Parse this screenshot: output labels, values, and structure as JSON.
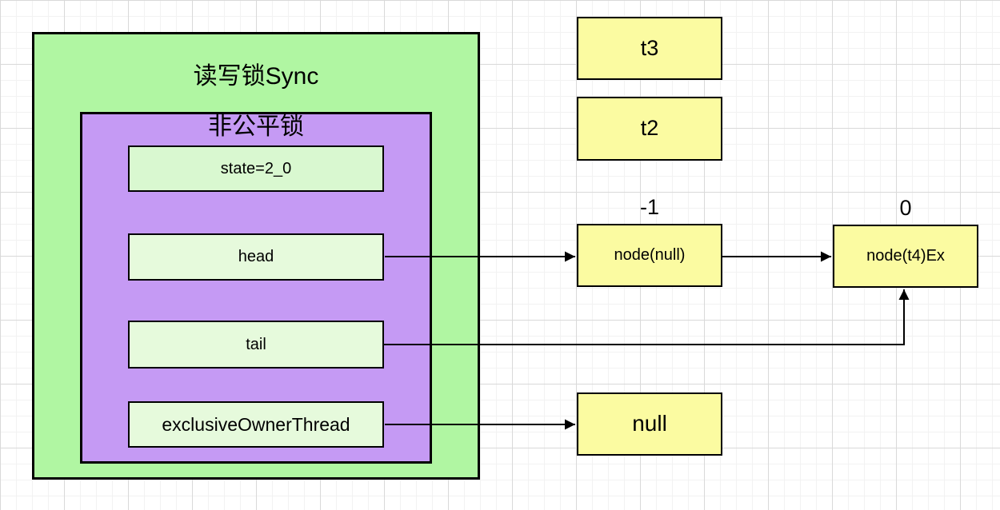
{
  "diagram": {
    "canvas": {
      "background": "#ffffff",
      "grid_minor": "#f2f2f2",
      "grid_major": "#d9d9d9",
      "line_color": "#000000"
    },
    "outer": {
      "title": "读写锁Sync",
      "fill": "#b0f6a2",
      "border": "#000000"
    },
    "inner": {
      "title": "非公平锁",
      "fill": "#c59af4",
      "border": "#000000"
    },
    "fields": [
      {
        "id": "state",
        "label": "state=2_0",
        "fill": "#d9f8d0"
      },
      {
        "id": "head",
        "label": "head",
        "fill": "#e6fadc"
      },
      {
        "id": "tail",
        "label": "tail",
        "fill": "#e6fadc"
      },
      {
        "id": "exclusiveOwnerThread",
        "label": "exclusiveOwnerThread",
        "fill": "#e6fadc"
      }
    ],
    "threads": [
      {
        "id": "t3",
        "label": "t3",
        "fill": "#fbfba1"
      },
      {
        "id": "t2",
        "label": "t2",
        "fill": "#fbfba1"
      }
    ],
    "nodes": [
      {
        "id": "node-null",
        "label": "node(null)",
        "wait_status": "-1",
        "fill": "#fbfba1"
      },
      {
        "id": "node-t4",
        "label": "node(t4)Ex",
        "wait_status": "0",
        "fill": "#fbfba1"
      }
    ],
    "owner": {
      "label": "null",
      "fill": "#fbfba1"
    },
    "edges": [
      {
        "from": "head",
        "to": "node-null"
      },
      {
        "from": "node-null",
        "to": "node-t4"
      },
      {
        "from": "tail",
        "to": "node-t4-bottom"
      },
      {
        "from": "exclusiveOwnerThread",
        "to": "owner-null"
      }
    ]
  }
}
